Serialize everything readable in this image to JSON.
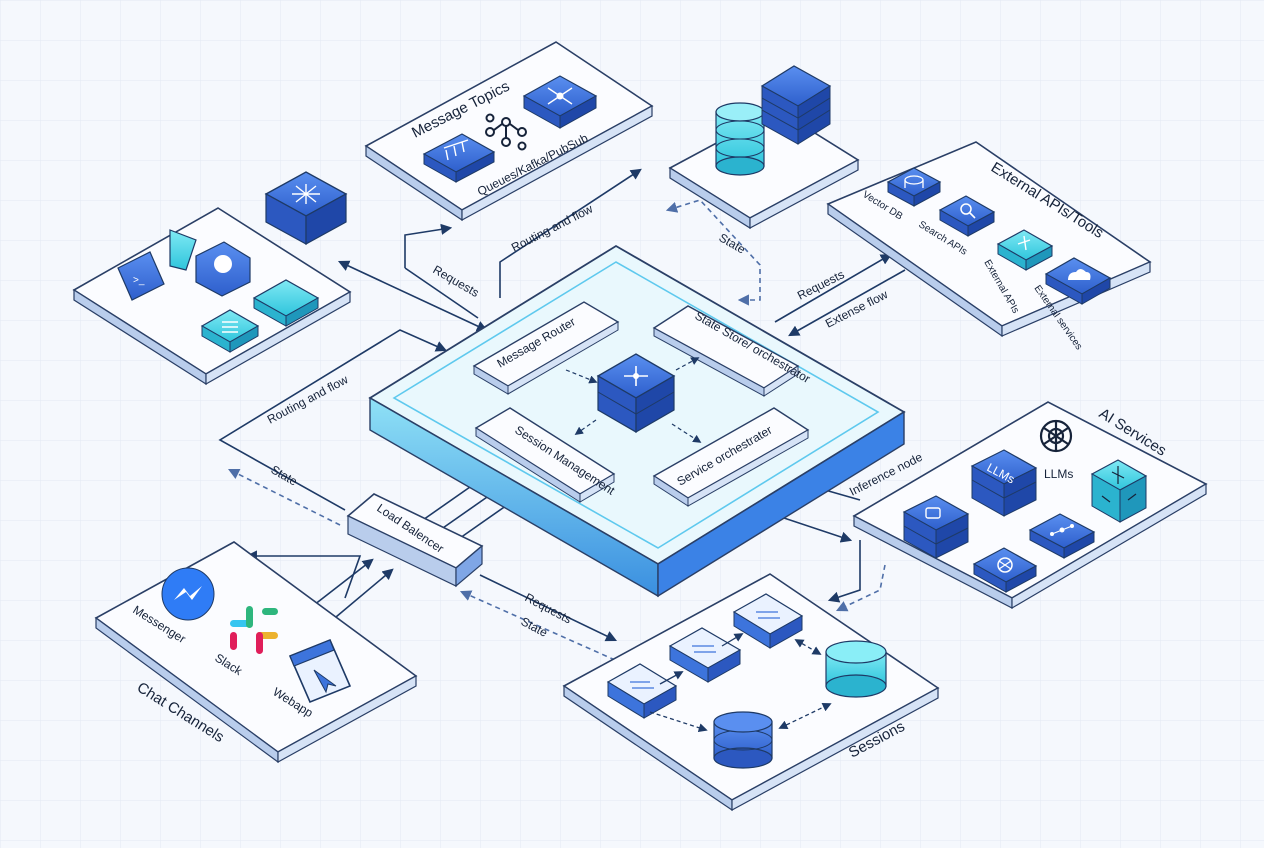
{
  "colors": {
    "background": "#f5f8fd",
    "grid": "#e2e9f4",
    "panel_top": "#fbfcff",
    "panel_stroke": "#2a3f66",
    "panel_side": "#b9cdec",
    "blue_icon": "#3d74dc",
    "cyan_icon": "#45d9ea",
    "arrow": "#1e3a66",
    "dashed_arrow": "#4f6fa8",
    "hub_top": "#e9f8fd",
    "hub_side": "#4fc7ec"
  },
  "chat_channels": {
    "title": "Chat Channels",
    "items": [
      {
        "label": "Messenger",
        "icon": "messenger-icon"
      },
      {
        "label": "Slack",
        "icon": "slack-icon"
      },
      {
        "label": "Webapp",
        "icon": "webapp-cursor-icon"
      }
    ]
  },
  "load_balancer": {
    "label": "Load Balencer"
  },
  "tools_cluster": {
    "icons": [
      "terminal-icon",
      "flag-icon",
      "chat-bubble-icon",
      "document-icon",
      "list-icon"
    ]
  },
  "message_topics": {
    "title": "Message Topics",
    "subtitle": "Queues/Kafka/PubSub",
    "icons": [
      "queue-icon",
      "kafka-icon",
      "pubsub-network-icon"
    ]
  },
  "network_node": {
    "icon": "network-hub-icon"
  },
  "database_cluster": {
    "icons": [
      "cylinder-database-icon",
      "server-stack-icon"
    ]
  },
  "external_apis": {
    "title": "External APIs/Tools",
    "items": [
      {
        "label": "Vector DB",
        "icon": "database-icon"
      },
      {
        "label": "Search APIs",
        "icon": "search-icon"
      },
      {
        "label": "External APIs",
        "icon": "sparkle-icon"
      },
      {
        "label": "External services",
        "icon": "cloud-icon"
      }
    ]
  },
  "ai_services": {
    "title": "AI Services",
    "llms_label": "LLMs",
    "chip_label": "LLMs",
    "icons": [
      "openai-logo-icon",
      "neural-cube-icon",
      "robot-icon",
      "network-icon",
      "openai-chip-icon"
    ]
  },
  "sessions": {
    "title": "Sessions"
  },
  "core_hub": {
    "modules": [
      "Message Router",
      "State Store/ orchestrator",
      "Session Management",
      "Service orchestrater"
    ],
    "center_icon": "router-hub-icon"
  },
  "flows": {
    "routing_and_flow_top": "Routing and flow",
    "requests_topics": "Requests",
    "state_db": "State",
    "requests_external": "Requests",
    "extense_flow": "Extense flow",
    "routing_and_flow_left": "Routing and flow",
    "state_left": "State",
    "inference_node": "Inference node",
    "requests_sessions": "Requests",
    "state_sessions": "State"
  }
}
